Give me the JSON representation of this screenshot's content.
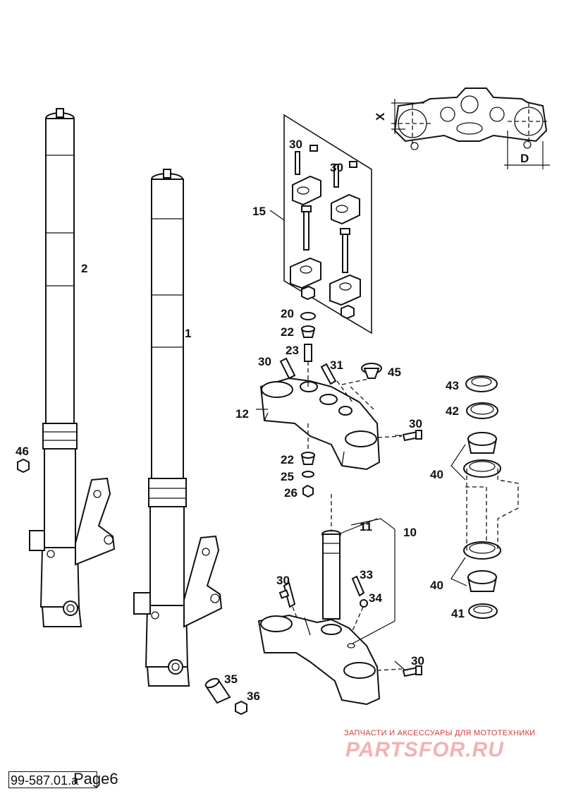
{
  "labels": {
    "p1": "1",
    "p2": "2",
    "p10": "10",
    "p11": "11",
    "p12": "12",
    "p15": "15",
    "p20": "20",
    "p22a": "22",
    "p22b": "22",
    "p23": "23",
    "p25": "25",
    "p26": "26",
    "p30a": "30",
    "p30b": "30",
    "p30c": "30",
    "p30d": "30",
    "p30e": "30",
    "p30f": "30",
    "p31": "31",
    "p33": "33",
    "p34": "34",
    "p35": "35",
    "p36": "36",
    "p40a": "40",
    "p40b": "40",
    "p41": "41",
    "p42": "42",
    "p43": "43",
    "p45": "45",
    "p46": "46"
  },
  "dimensions": {
    "x": "X",
    "d": "D"
  },
  "watermark": {
    "tagline": "ЗАПЧАСТИ И АКСЕССУАРЫ ДЛЯ МОТОТЕХНИКИ",
    "logo": "PARTSFOR.RU"
  },
  "footer": {
    "reference": "99-587.01.a",
    "page": "Page6"
  }
}
